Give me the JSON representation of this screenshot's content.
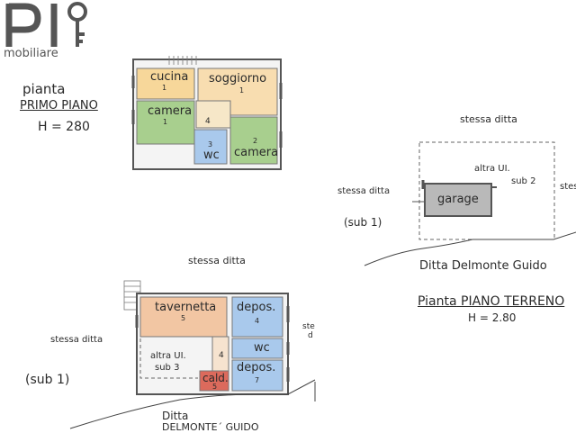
{
  "logo": {
    "letters": "PI",
    "word": "mobiliare",
    "color": "#555555"
  },
  "first_floor": {
    "title_1": "pianta",
    "title_2": "PRIMO PIANO",
    "height": "H = 280",
    "rooms": [
      {
        "key": "cucina",
        "name": "cucina",
        "num": "1",
        "color": "#f7d79a"
      },
      {
        "key": "soggiorno",
        "name": "soggiorno",
        "num": "1",
        "color": "#f8ddb0"
      },
      {
        "key": "camera1",
        "name": "camera",
        "num": "1",
        "color": "#a8cf8e"
      },
      {
        "key": "corridoio",
        "name": "",
        "num": "4",
        "color": "#f6e7c8"
      },
      {
        "key": "wc",
        "name": "wc",
        "num": "3",
        "color": "#a9c9ec"
      },
      {
        "key": "camera2",
        "name": "camera",
        "num": "2",
        "color": "#a8cf8e"
      }
    ]
  },
  "ground_right": {
    "stessa_ditta_top": "stessa ditta",
    "altra_ui": "altra UI.",
    "sub2": "sub 2",
    "stessa_ditta_left": "stessa ditta",
    "stes_right": "stes",
    "sub1": "(sub 1)",
    "garage": "garage",
    "ditta": "Ditta  Delmonte  Guido",
    "title_prefix": "Pianta",
    "title_main": "PIANO TERRENO",
    "height": "H = 2.80",
    "garage_color": "#b9b9b9"
  },
  "ground_left": {
    "stessa_ditta_top": "stessa ditta",
    "stessa_ditta_left": "stessa ditta",
    "ste_right": "ste",
    "d_right": "d",
    "sub1": "(sub  1)",
    "altra_ui": "altra UI.",
    "sub3": "sub 3",
    "ditta_1": "Ditta",
    "ditta_2": "DELMONTE´ GUIDO",
    "rooms": [
      {
        "key": "tavernetta",
        "name": "tavernetta",
        "num": "5",
        "color": "#f2c6a3"
      },
      {
        "key": "depos4",
        "name": "depos.",
        "num": "4",
        "color": "#a9c9ec"
      },
      {
        "key": "disimpegno",
        "name": "",
        "num": "4",
        "color": "#f6e3cf"
      },
      {
        "key": "wc",
        "name": "wc",
        "num": "",
        "color": "#a9c9ec"
      },
      {
        "key": "depos7",
        "name": "depos.",
        "num": "7",
        "color": "#a9c9ec"
      },
      {
        "key": "cald",
        "name": "cald.",
        "num": "5",
        "color": "#dc6a5c"
      }
    ]
  }
}
